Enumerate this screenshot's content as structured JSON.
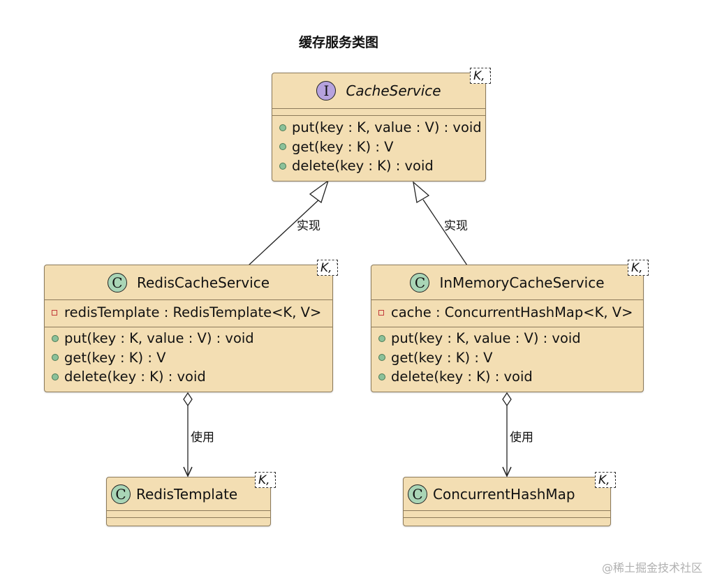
{
  "title": "缓存服务类图",
  "classes": {
    "cache_service": {
      "name": "CacheService",
      "stereotype": "I",
      "type_params": "K, V",
      "methods": [
        "put(key : K, value : V) : void",
        "get(key : K) : V",
        "delete(key : K) : void"
      ]
    },
    "redis_cache_service": {
      "name": "RedisCacheService",
      "stereotype": "C",
      "type_params": "K, V",
      "fields": [
        "redisTemplate : RedisTemplate<K, V>"
      ],
      "methods": [
        "put(key : K, value : V) : void",
        "get(key : K) : V",
        "delete(key : K) : void"
      ]
    },
    "in_memory_cache_service": {
      "name": "InMemoryCacheService",
      "stereotype": "C",
      "type_params": "K, V",
      "fields": [
        "cache : ConcurrentHashMap<K, V>"
      ],
      "methods": [
        "put(key : K, value : V) : void",
        "get(key : K) : V",
        "delete(key : K) : void"
      ]
    },
    "redis_template": {
      "name": "RedisTemplate",
      "stereotype": "C",
      "type_params": "K, V"
    },
    "concurrent_hash_map": {
      "name": "ConcurrentHashMap",
      "stereotype": "C",
      "type_params": "K, V"
    }
  },
  "relations": {
    "redis_implements": "实现",
    "inmemory_implements": "实现",
    "redis_uses": "使用",
    "inmemory_uses": "使用"
  },
  "watermark": "@稀土掘金技术社区"
}
